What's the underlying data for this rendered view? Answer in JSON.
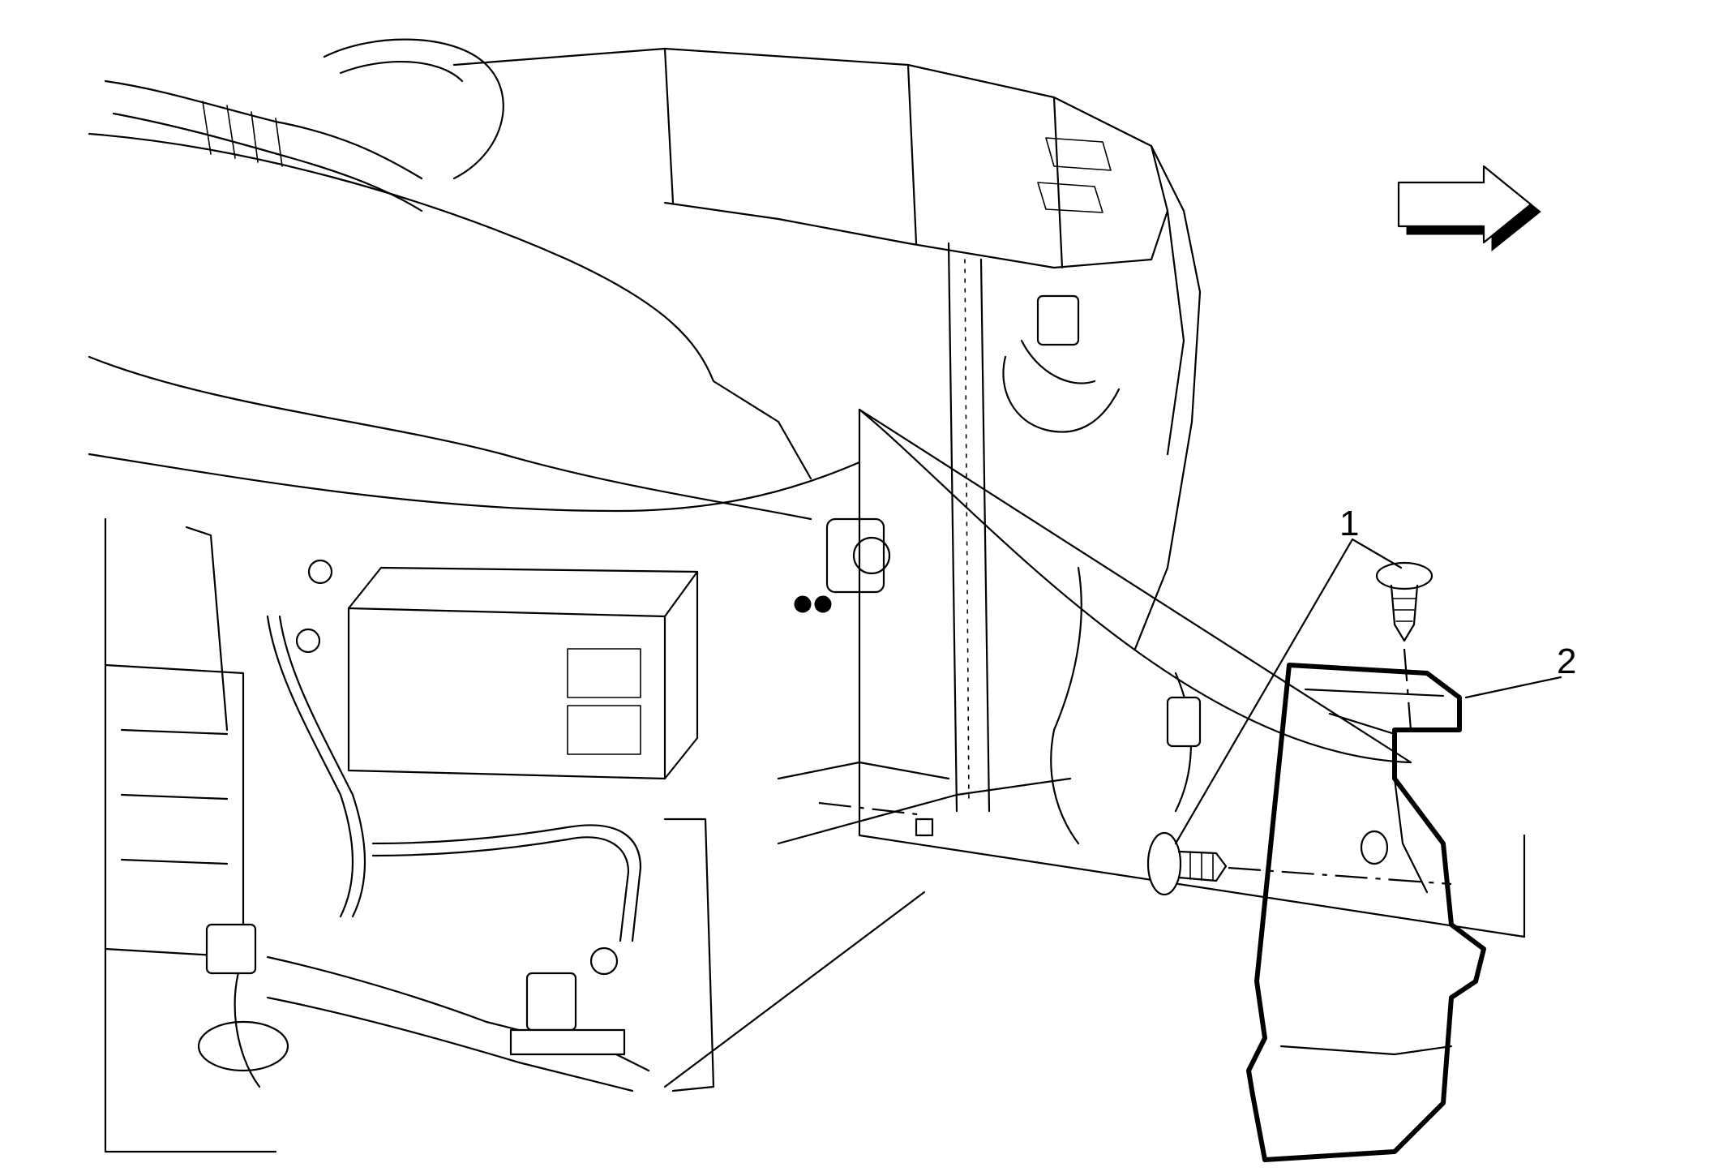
{
  "callouts": [
    {
      "id": "1",
      "label": "1"
    },
    {
      "id": "2",
      "label": "2"
    }
  ],
  "icons": {
    "direction_arrow": "right-arrow-icon"
  }
}
